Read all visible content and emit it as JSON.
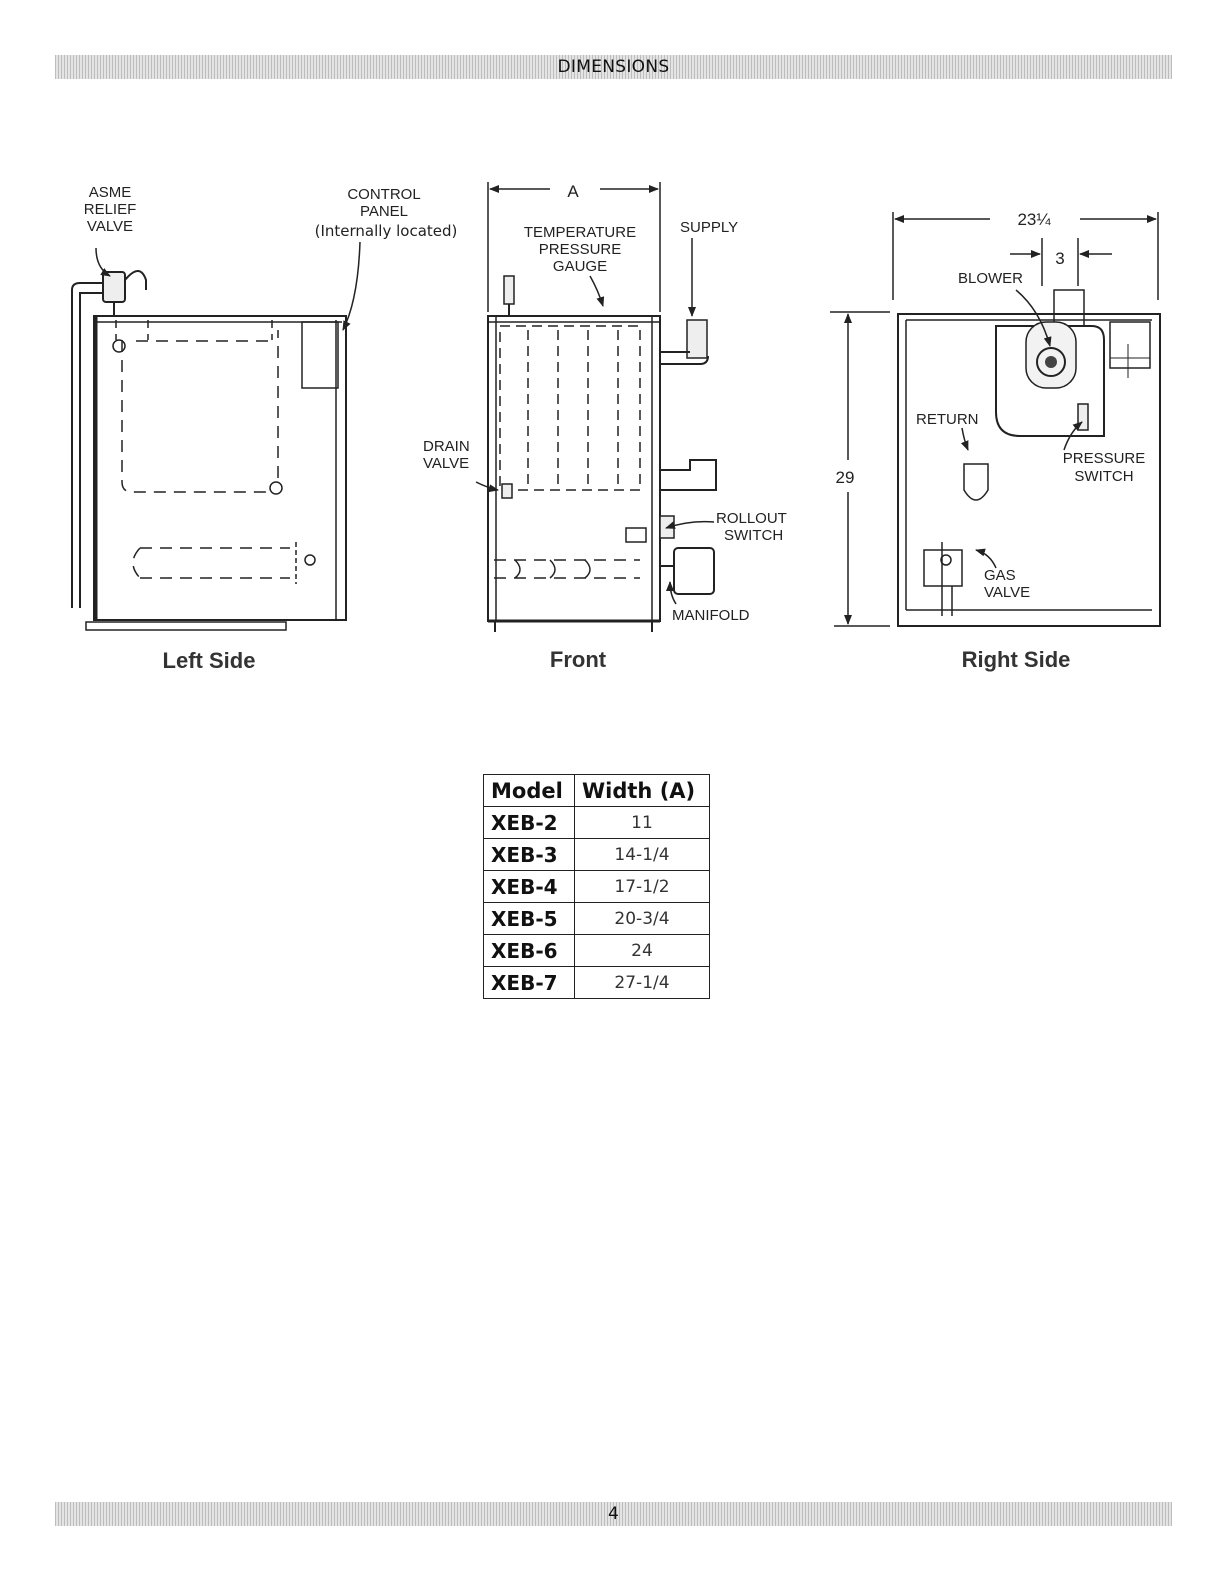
{
  "header": {
    "title": "DIMENSIONS"
  },
  "footer": {
    "page_number": "4"
  },
  "figures": {
    "left_side": {
      "title": "Left Side",
      "labels": {
        "asme_1": "ASME",
        "asme_2": "RELIEF",
        "asme_3": "VALVE",
        "control_1": "CONTROL",
        "control_2": "PANEL",
        "control_3": "(Internally located)"
      }
    },
    "front": {
      "title": "Front",
      "labels": {
        "dim_a": "A",
        "temp_1": "TEMPERATURE",
        "temp_2": "PRESSURE",
        "temp_3": "GAUGE",
        "supply": "SUPPLY",
        "drain_1": "DRAIN",
        "drain_2": "VALVE",
        "rollout_1": "ROLLOUT",
        "rollout_2": "SWITCH",
        "manifold": "MANIFOLD"
      }
    },
    "right_side": {
      "title": "Right Side",
      "labels": {
        "dim_width": "23¼",
        "dim_3": "3",
        "dim_29": "29",
        "blower": "BLOWER",
        "return": "RETURN",
        "pressure_1": "PRESSURE",
        "pressure_2": "SWITCH",
        "gas_1": "GAS",
        "gas_2": "VALVE"
      }
    }
  },
  "table": {
    "headers": [
      "Model",
      "Width (A)"
    ],
    "rows": [
      {
        "model": "XEB-2",
        "width": "11"
      },
      {
        "model": "XEB-3",
        "width": "14-1/4"
      },
      {
        "model": "XEB-4",
        "width": "17-1/2"
      },
      {
        "model": "XEB-5",
        "width": "20-3/4"
      },
      {
        "model": "XEB-6",
        "width": "24"
      },
      {
        "model": "XEB-7",
        "width": "27-1/4"
      }
    ]
  }
}
